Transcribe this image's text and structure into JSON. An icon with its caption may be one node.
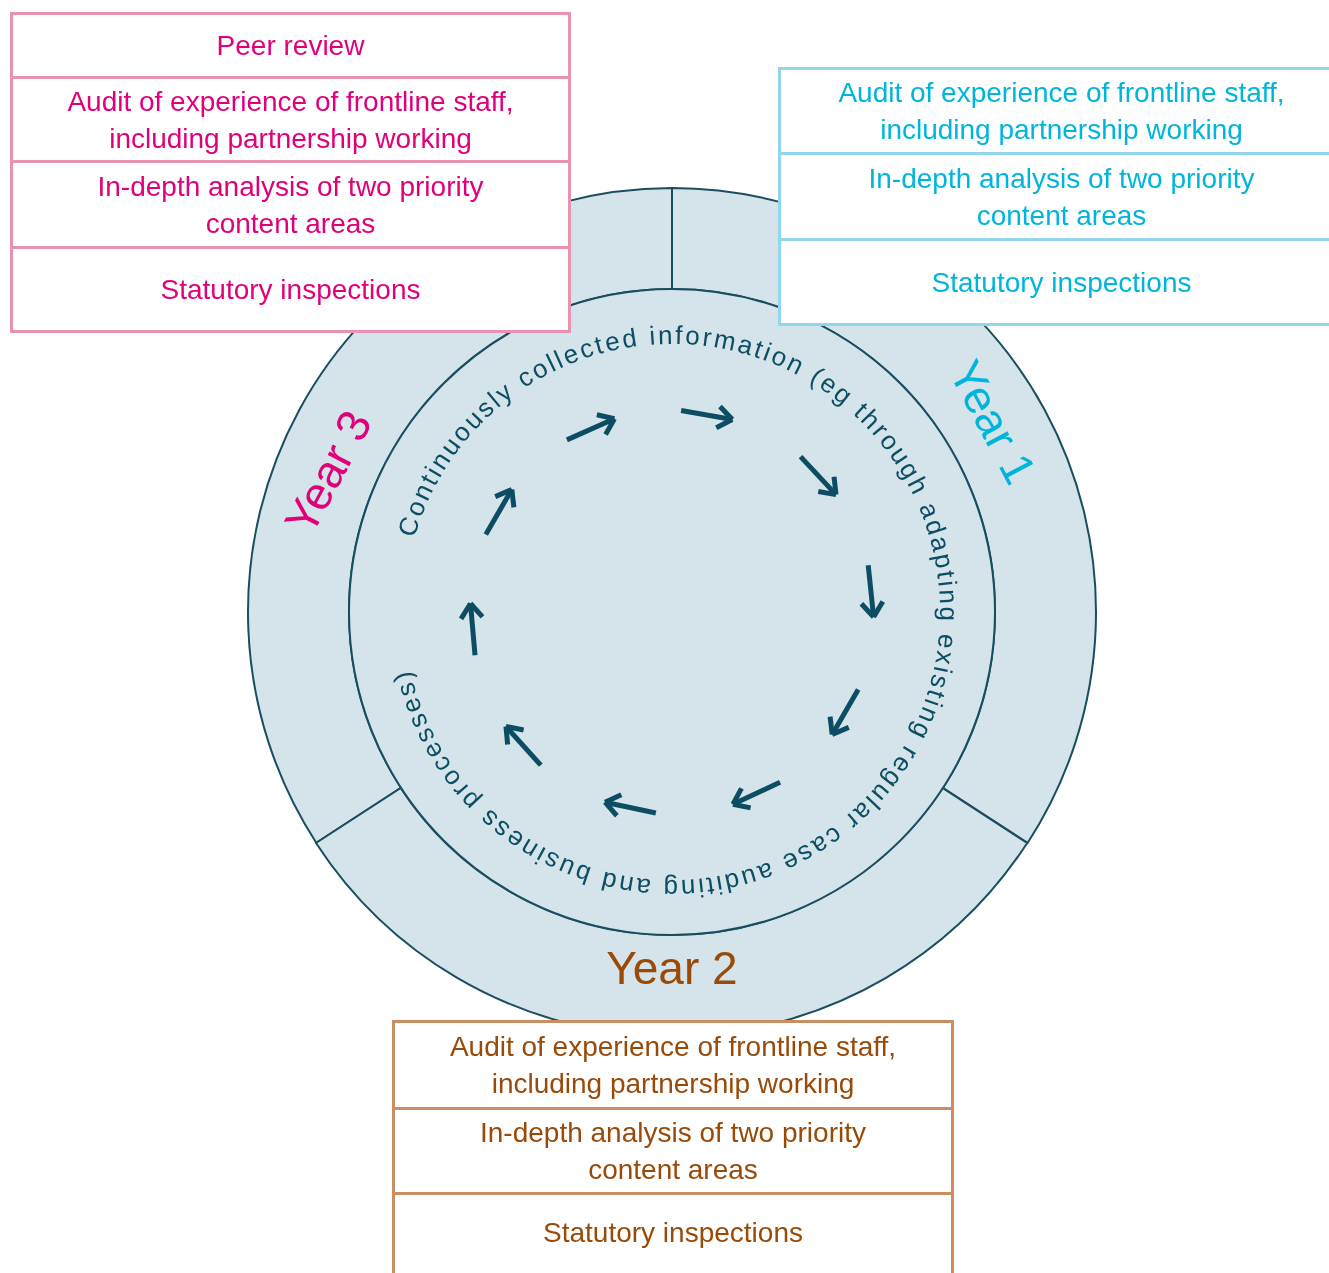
{
  "diagram": {
    "nodes": [
      {
        "text": [
          "Peer review"
        ]
      },
      {
        "text": [
          "Audit of experience of frontline staff, including partnership working"
        ]
      },
      {
        "text": [
          "In-depth analysis of two priority content areas"
        ]
      },
      {
        "text": [
          "Statutory inspections"
        ]
      },
      {
        "text": [
          "Audit of experience of frontline staff, including partnership working"
        ]
      },
      {
        "text": [
          "In-depth analysis of two priority content areas"
        ]
      },
      {
        "text": [
          "Statutory inspections"
        ]
      },
      {
        "text": [
          "Year 3"
        ]
      },
      {
        "text": [
          "Year 1"
        ]
      },
      {
        "text": [
          "Continuously collected information (eg through adapting existing regular case auditing and business processes)"
        ]
      },
      {
        "text": [
          "Year 2"
        ]
      },
      {
        "text": [
          "Audit of experience of frontline staff, including partnership working"
        ]
      },
      {
        "text": [
          "In-depth analysis of two priority content areas"
        ]
      },
      {
        "text": [
          "Statutory inspections"
        ]
      }
    ]
  }
}
